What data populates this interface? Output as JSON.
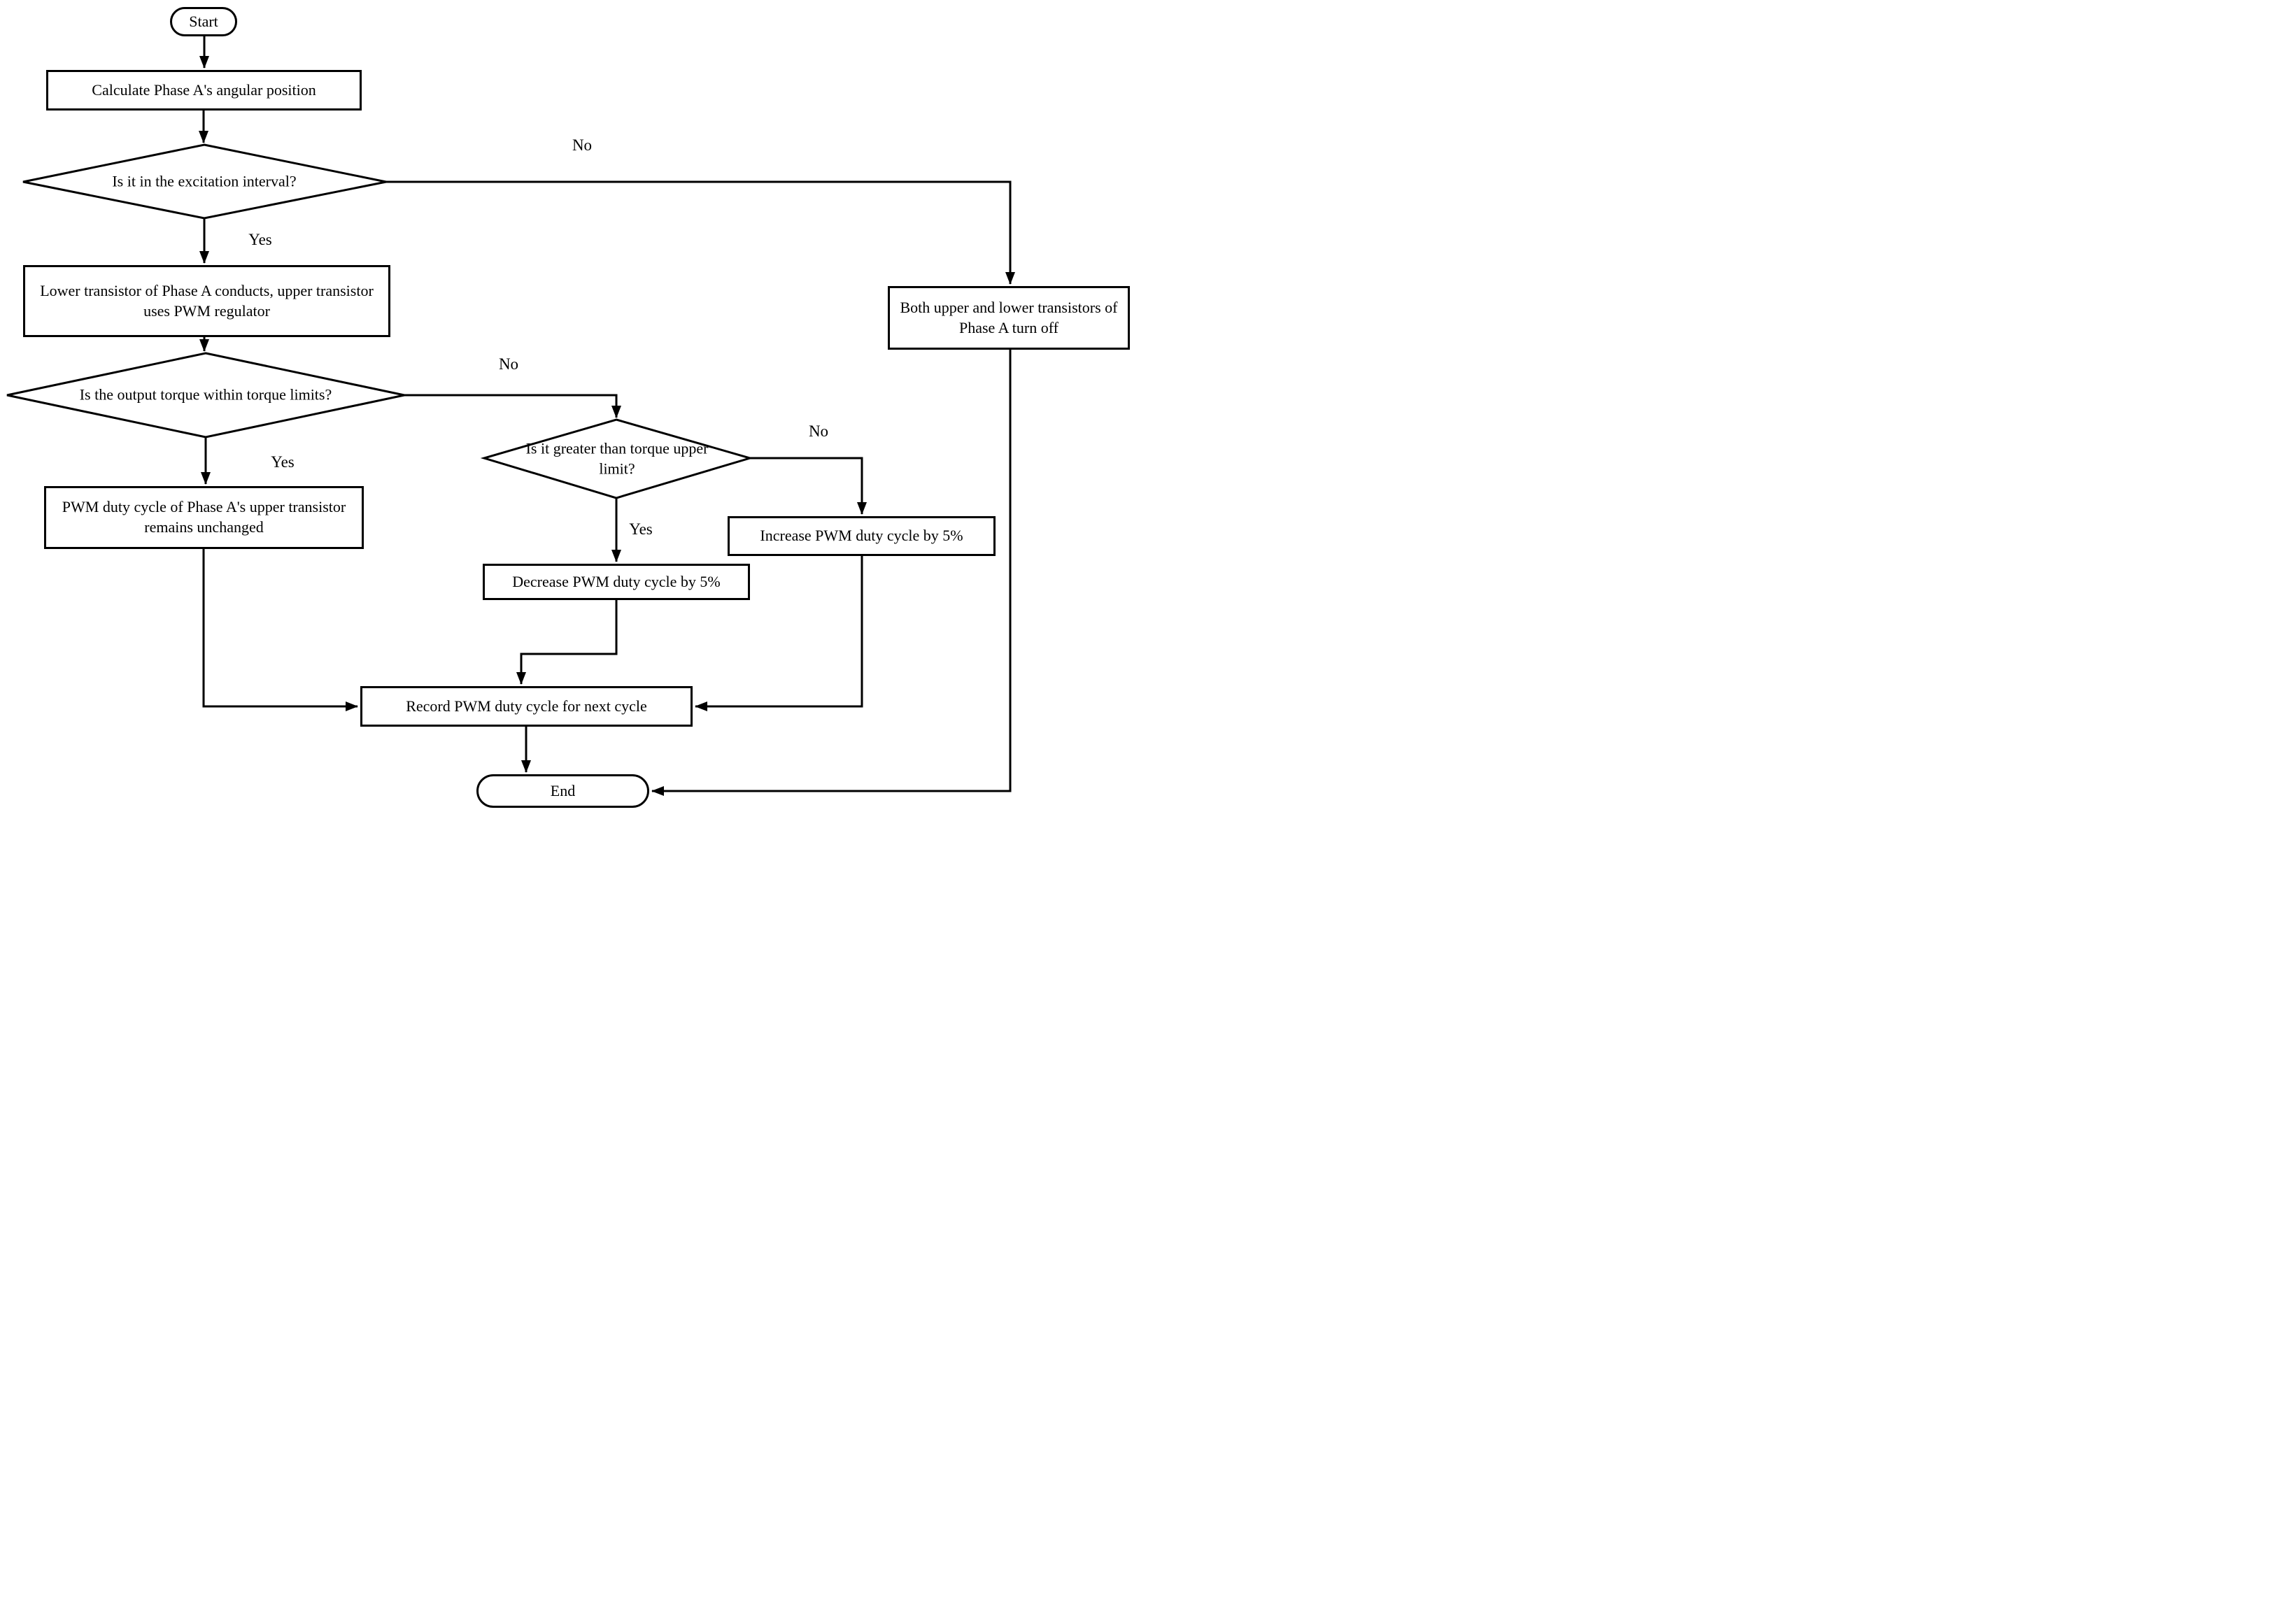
{
  "diagram": {
    "type": "flowchart",
    "background": "#ffffff",
    "stroke_color": "#000000",
    "nodes": {
      "start": {
        "label": "Start",
        "shape": "terminator"
      },
      "calc_position": {
        "label": "Calculate Phase A's angular position",
        "shape": "process"
      },
      "excitation_check": {
        "label": "Is it in the excitation interval?",
        "shape": "decision"
      },
      "lower_conducts": {
        "label": "Lower transistor of Phase A conducts, upper transistor uses PWM regulator",
        "shape": "process"
      },
      "torque_limits_check": {
        "label": "Is the output torque within torque limits?",
        "shape": "decision"
      },
      "duty_unchanged": {
        "label": "PWM duty cycle of Phase A's upper transistor remains unchanged",
        "shape": "process"
      },
      "upper_limit_check": {
        "label": "Is it greater than torque upper limit?",
        "shape": "decision"
      },
      "increase_duty": {
        "label": "Increase PWM duty cycle by 5%",
        "shape": "process"
      },
      "decrease_duty": {
        "label": "Decrease PWM duty cycle by 5%",
        "shape": "process"
      },
      "transistors_off": {
        "label": "Both upper and lower transistors of Phase A turn off",
        "shape": "process"
      },
      "record_duty": {
        "label": "Record PWM duty cycle for next cycle",
        "shape": "process"
      },
      "end": {
        "label": "End",
        "shape": "terminator"
      }
    },
    "edge_labels": {
      "excitation_yes": "Yes",
      "excitation_no": "No",
      "torque_yes": "Yes",
      "torque_no": "No",
      "upper_limit_yes": "Yes",
      "upper_limit_no": "No"
    }
  }
}
